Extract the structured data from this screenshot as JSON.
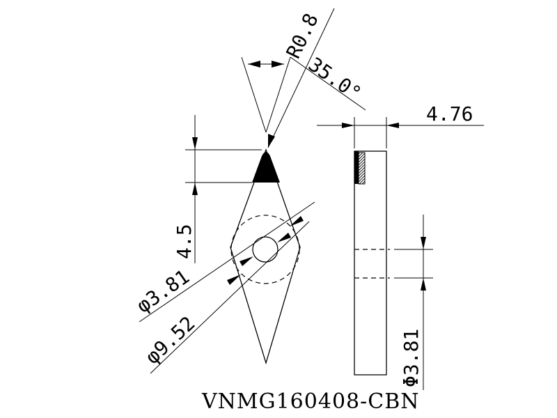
{
  "labels": {
    "radius": "R0.8",
    "angle": "35.0°",
    "thickness": "4.76",
    "height": "4.5",
    "hole_diameter": "φ3.81",
    "inscribed_diameter": "φ9.52",
    "side_hole_diameter": "Φ3.81",
    "part_number": "VNMG160408-CBN"
  },
  "colors": {
    "line": "#000000",
    "background": "#ffffff"
  }
}
